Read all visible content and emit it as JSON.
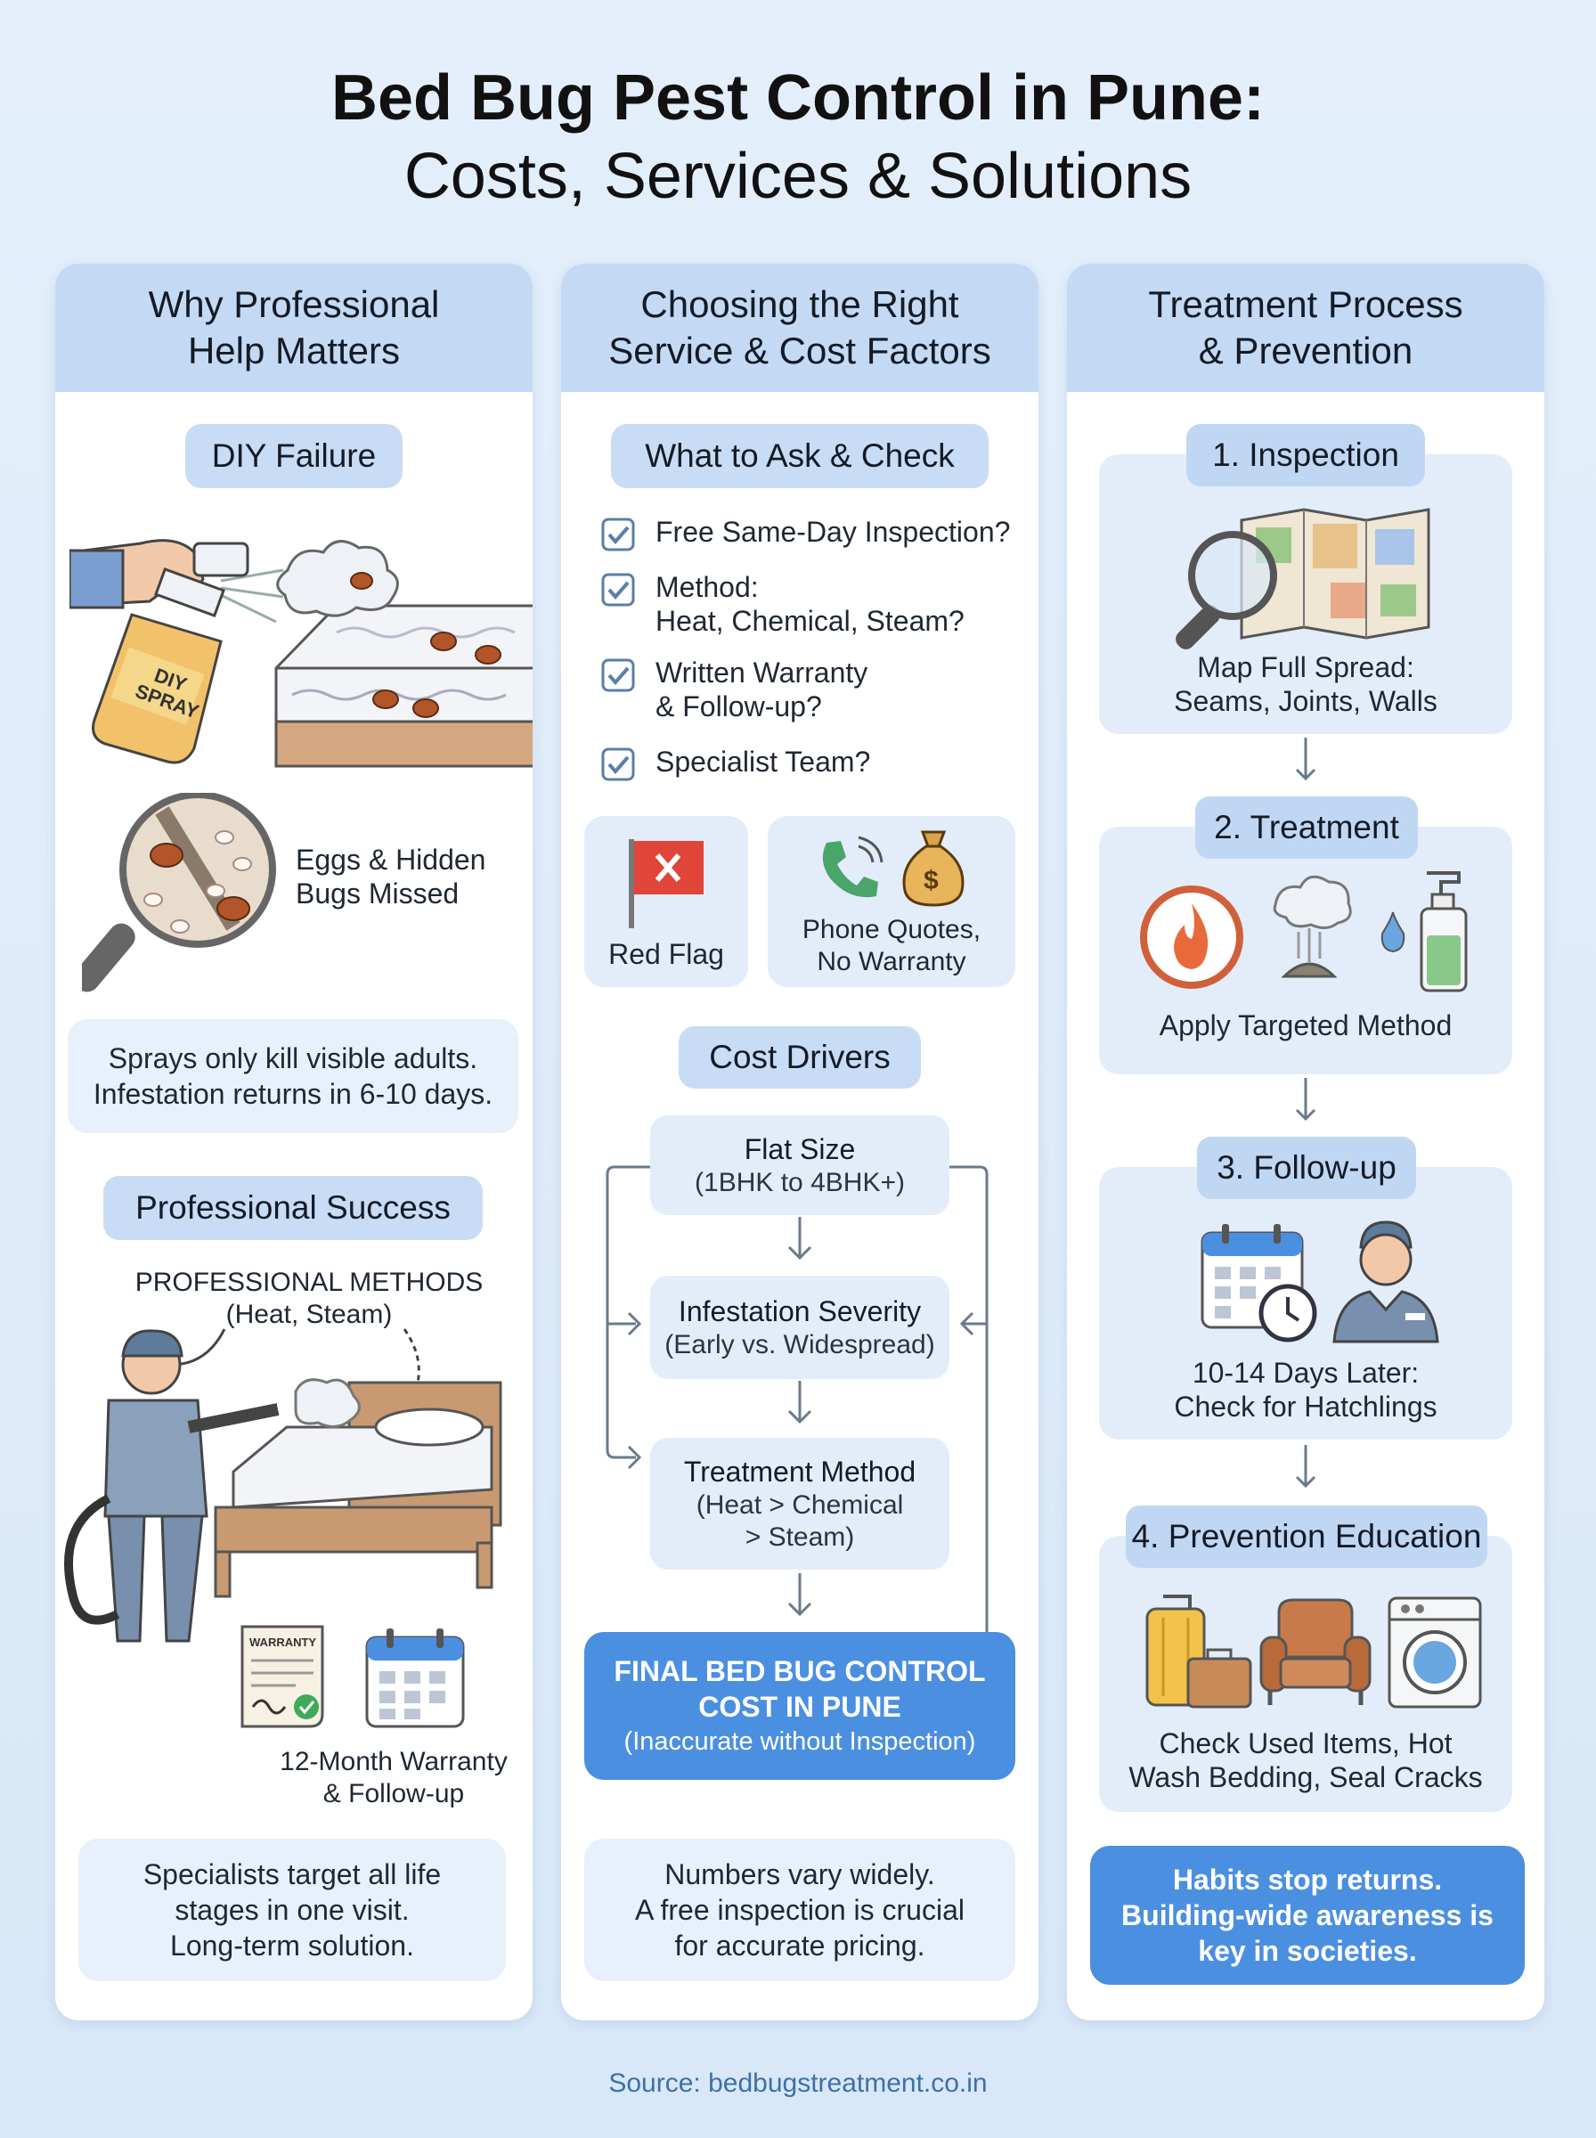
{
  "title": {
    "line1": "Bed Bug Pest Control in Pune:",
    "line2": "Costs, Services & Solutions"
  },
  "col1": {
    "heading_l1": "Why Professional",
    "heading_l2": "Help Matters",
    "diy": {
      "pill": "DIY Failure",
      "spray_label_l1": "DIY",
      "spray_label_l2": "SPRAY",
      "eggs_l1": "Eggs & Hidden",
      "eggs_l2": "Bugs Missed",
      "note_l1": "Sprays only kill visible adults.",
      "note_l2": "Infestation returns in 6-10 days."
    },
    "pro": {
      "pill": "Professional Success",
      "methods_l1": "PROFESSIONAL METHODS",
      "methods_l2": "(Heat, Steam)",
      "warranty_doc": "WARRANTY",
      "warranty_l1": "12-Month Warranty",
      "warranty_l2": "& Follow-up",
      "note_l1": "Specialists target all life",
      "note_l2": "stages in one visit.",
      "note_l3": "Long-term solution."
    }
  },
  "col2": {
    "heading_l1": "Choosing the Right",
    "heading_l2": "Service & Cost Factors",
    "ask_pill": "What to Ask & Check",
    "checklist": [
      {
        "l1": "Free Same-Day Inspection?",
        "l2": ""
      },
      {
        "l1": "Method:",
        "l2": "Heat, Chemical, Steam?"
      },
      {
        "l1": "Written Warranty",
        "l2": "& Follow-up?"
      },
      {
        "l1": "Specialist Team?",
        "l2": ""
      }
    ],
    "red_flag": "Red Flag",
    "phone_l1": "Phone Quotes,",
    "phone_l2": "No Warranty",
    "drivers_pill": "Cost Drivers",
    "drivers": [
      {
        "h": "Flat Size",
        "s1": "(1BHK to 4BHK+)",
        "s2": ""
      },
      {
        "h": "Infestation Severity",
        "s1": "(Early vs. Widespread)",
        "s2": ""
      },
      {
        "h": "Treatment Method",
        "s1": "(Heat > Chemical",
        "s2": "> Steam)"
      }
    ],
    "final_l1": "FINAL BED BUG CONTROL",
    "final_l2": "COST IN PUNE",
    "final_l3": "(Inaccurate without Inspection)",
    "note_l1": "Numbers vary widely.",
    "note_l2": "A free inspection is crucial",
    "note_l3": "for accurate pricing."
  },
  "col3": {
    "heading_l1": "Treatment Process",
    "heading_l2": "& Prevention",
    "steps": [
      {
        "pill": "1. Inspection",
        "l1": "Map Full Spread:",
        "l2": "Seams, Joints, Walls"
      },
      {
        "pill": "2. Treatment",
        "l1": "Apply Targeted Method",
        "l2": ""
      },
      {
        "pill": "3. Follow-up",
        "l1": "10-14 Days Later:",
        "l2": "Check for Hatchlings"
      },
      {
        "pill": "4. Prevention Education",
        "l1": "Check Used Items, Hot",
        "l2": "Wash Bedding, Seal Cracks"
      }
    ],
    "habits_l1": "Habits stop returns.",
    "habits_l2": "Building-wide awareness is",
    "habits_l3": "key in societies."
  },
  "source": "Source: bedbugstreatment.co.in",
  "colors": {
    "accent_blue": "#4b8fe0",
    "header_blue": "#c4daf4",
    "card_blue": "#e3edfa",
    "red_flag": "#e0453a"
  },
  "icons": [
    "spray-bottle-icon",
    "mattress-icon",
    "magnifier-icon",
    "checkbox-icon",
    "red-flag-icon",
    "phone-icon",
    "money-bag-icon",
    "map-icon",
    "fire-icon",
    "steam-icon",
    "chemical-bottle-icon",
    "calendar-icon",
    "technician-icon",
    "luggage-icon",
    "armchair-icon",
    "washing-machine-icon",
    "warranty-document-icon"
  ]
}
